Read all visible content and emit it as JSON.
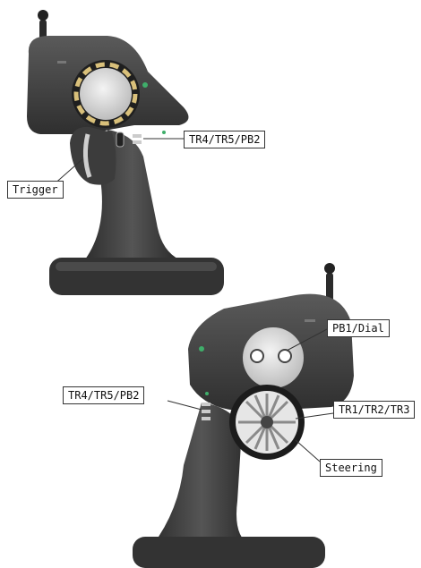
{
  "labels": {
    "top_trim_switches": "TR4/TR5/PB2",
    "trigger": "Trigger",
    "push_button_dial": "PB1/Dial",
    "side_trim_switches": "TR4/TR5/PB2",
    "steering_trims": "TR1/TR2/TR3",
    "steering": "Steering"
  },
  "colors": {
    "body_dark": "#3a3a3a",
    "body_mid": "#555555",
    "body_light": "#7a7a7a",
    "dial_face": "#e8e8e8",
    "dial_ring_accent": "#d9c07a",
    "led_green": "#3fae6a"
  }
}
